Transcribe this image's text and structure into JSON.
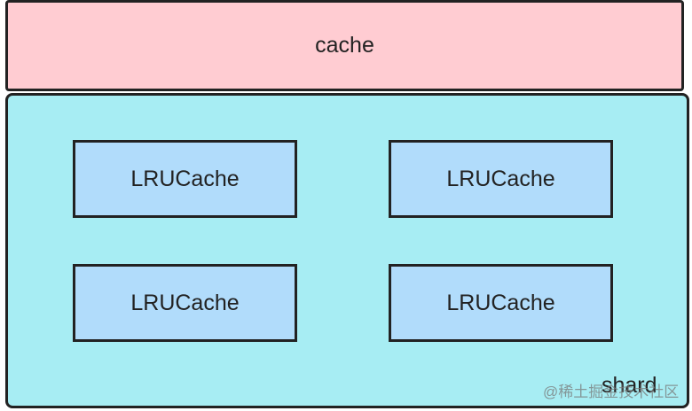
{
  "diagram": {
    "outer_label": "cache",
    "inner_label": "shard",
    "nodes": [
      {
        "label": "LRUCache"
      },
      {
        "label": "LRUCache"
      },
      {
        "label": "LRUCache"
      },
      {
        "label": "LRUCache"
      }
    ]
  },
  "watermark": "@稀土掘金技术社区",
  "colors": {
    "cache_fill": "#ffccd2",
    "shard_fill": "#a7edf3",
    "node_fill": "#b1dcfb",
    "stroke": "#222222"
  }
}
